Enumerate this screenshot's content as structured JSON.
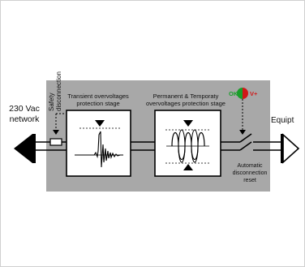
{
  "labels": {
    "input": [
      "230 Vac",
      "network"
    ],
    "safety": [
      "Safety",
      "disconnection"
    ],
    "transient": [
      "Transient overvoltages",
      "protection stage"
    ],
    "permanent": [
      "Permanent & Temporaty",
      "overvoltages protection stage"
    ],
    "ok": "OK",
    "vplus": "V+",
    "output": "Equipt",
    "reset": [
      "Automatic",
      "disconnection",
      "reset"
    ]
  },
  "colors": {
    "module_bg": "#a8a8a8",
    "inner_box": "#ffffff",
    "lines": "#000000",
    "ok_green": "#1a9e2a",
    "ok_red": "#d01818",
    "vplus_red": "#d01818"
  },
  "icons": {
    "input_terminal": "left-triangle-filled-icon",
    "output_terminal": "right-triangle-outline-icon",
    "fuse": "fuse-icon",
    "switch": "disconnect-switch-icon",
    "transient_waveform": "damped-oscillation-icon",
    "permanent_waveform": "sine-wave-icon",
    "status_led": "ok-led-icon"
  }
}
